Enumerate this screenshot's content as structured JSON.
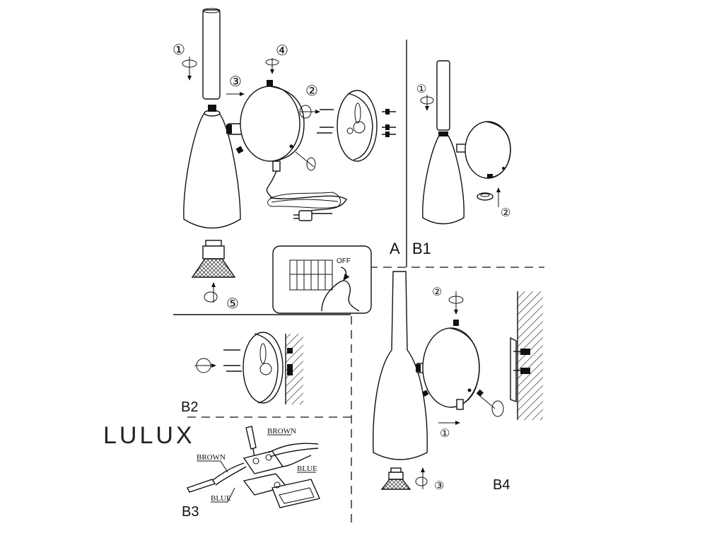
{
  "panels": {
    "a": "A",
    "b1": "B1",
    "b2": "B2",
    "b3": "B3",
    "b4": "B4"
  },
  "brand": "LULUX",
  "steps": {
    "a1": "①",
    "a2": "②",
    "a3": "③",
    "a4": "④",
    "a5": "⑤",
    "b1_1": "①",
    "b1_2": "②",
    "b4_1": "①",
    "b4_2": "②",
    "b4_3": "③"
  },
  "switch_label": "OFF",
  "wires": {
    "brown_left": "BROWN",
    "brown_right": "BROWN",
    "blue_left": "BLUE",
    "blue_right": "BLUE"
  }
}
